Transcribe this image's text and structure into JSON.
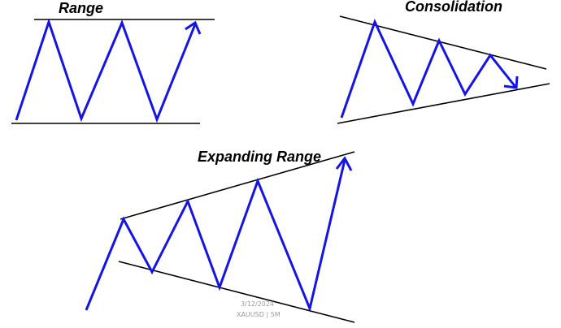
{
  "diagrams": {
    "range": {
      "title": "Range"
    },
    "consolidation": {
      "title": "Consolidation"
    },
    "expanding": {
      "title": "Expanding Range"
    }
  },
  "watermark": {
    "date": "3/12/2024",
    "symbol": "XAUUSD | 5M"
  },
  "colors": {
    "price_path": "#1414e6",
    "boundary": "#000000"
  }
}
